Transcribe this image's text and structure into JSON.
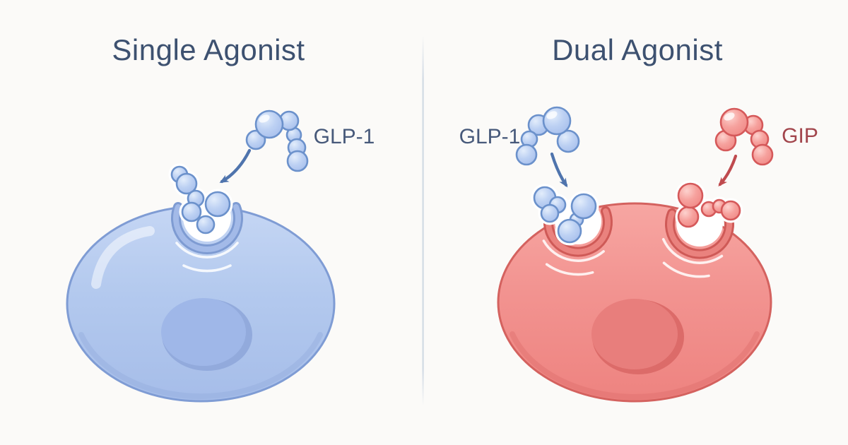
{
  "left_panel": {
    "title": "Single Agonist",
    "ligand_label": "GLP-1"
  },
  "right_panel": {
    "title": "Dual Agonist",
    "glp1_label": "GLP-1",
    "gip_label": "GIP"
  },
  "colors": {
    "background": "#fbfaf8",
    "divider": "#ccd6e2",
    "title_text": "#3d5170",
    "glp1_label_text": "#47597a",
    "gip_label_text": "#a2454c",
    "blue_cell_fill": "#b3c9ee",
    "blue_cell_border": "#7f9cd4",
    "blue_nucleus": "#9fb7e8",
    "red_cell_fill": "#f29390",
    "red_cell_border": "#d4625f",
    "red_nucleus": "#e87e7c",
    "blue_molecule_stroke": "#6b91cb",
    "red_molecule_stroke": "#d5595a",
    "blue_arrow": "#4f74ad",
    "red_arrow": "#bf4a4e"
  }
}
